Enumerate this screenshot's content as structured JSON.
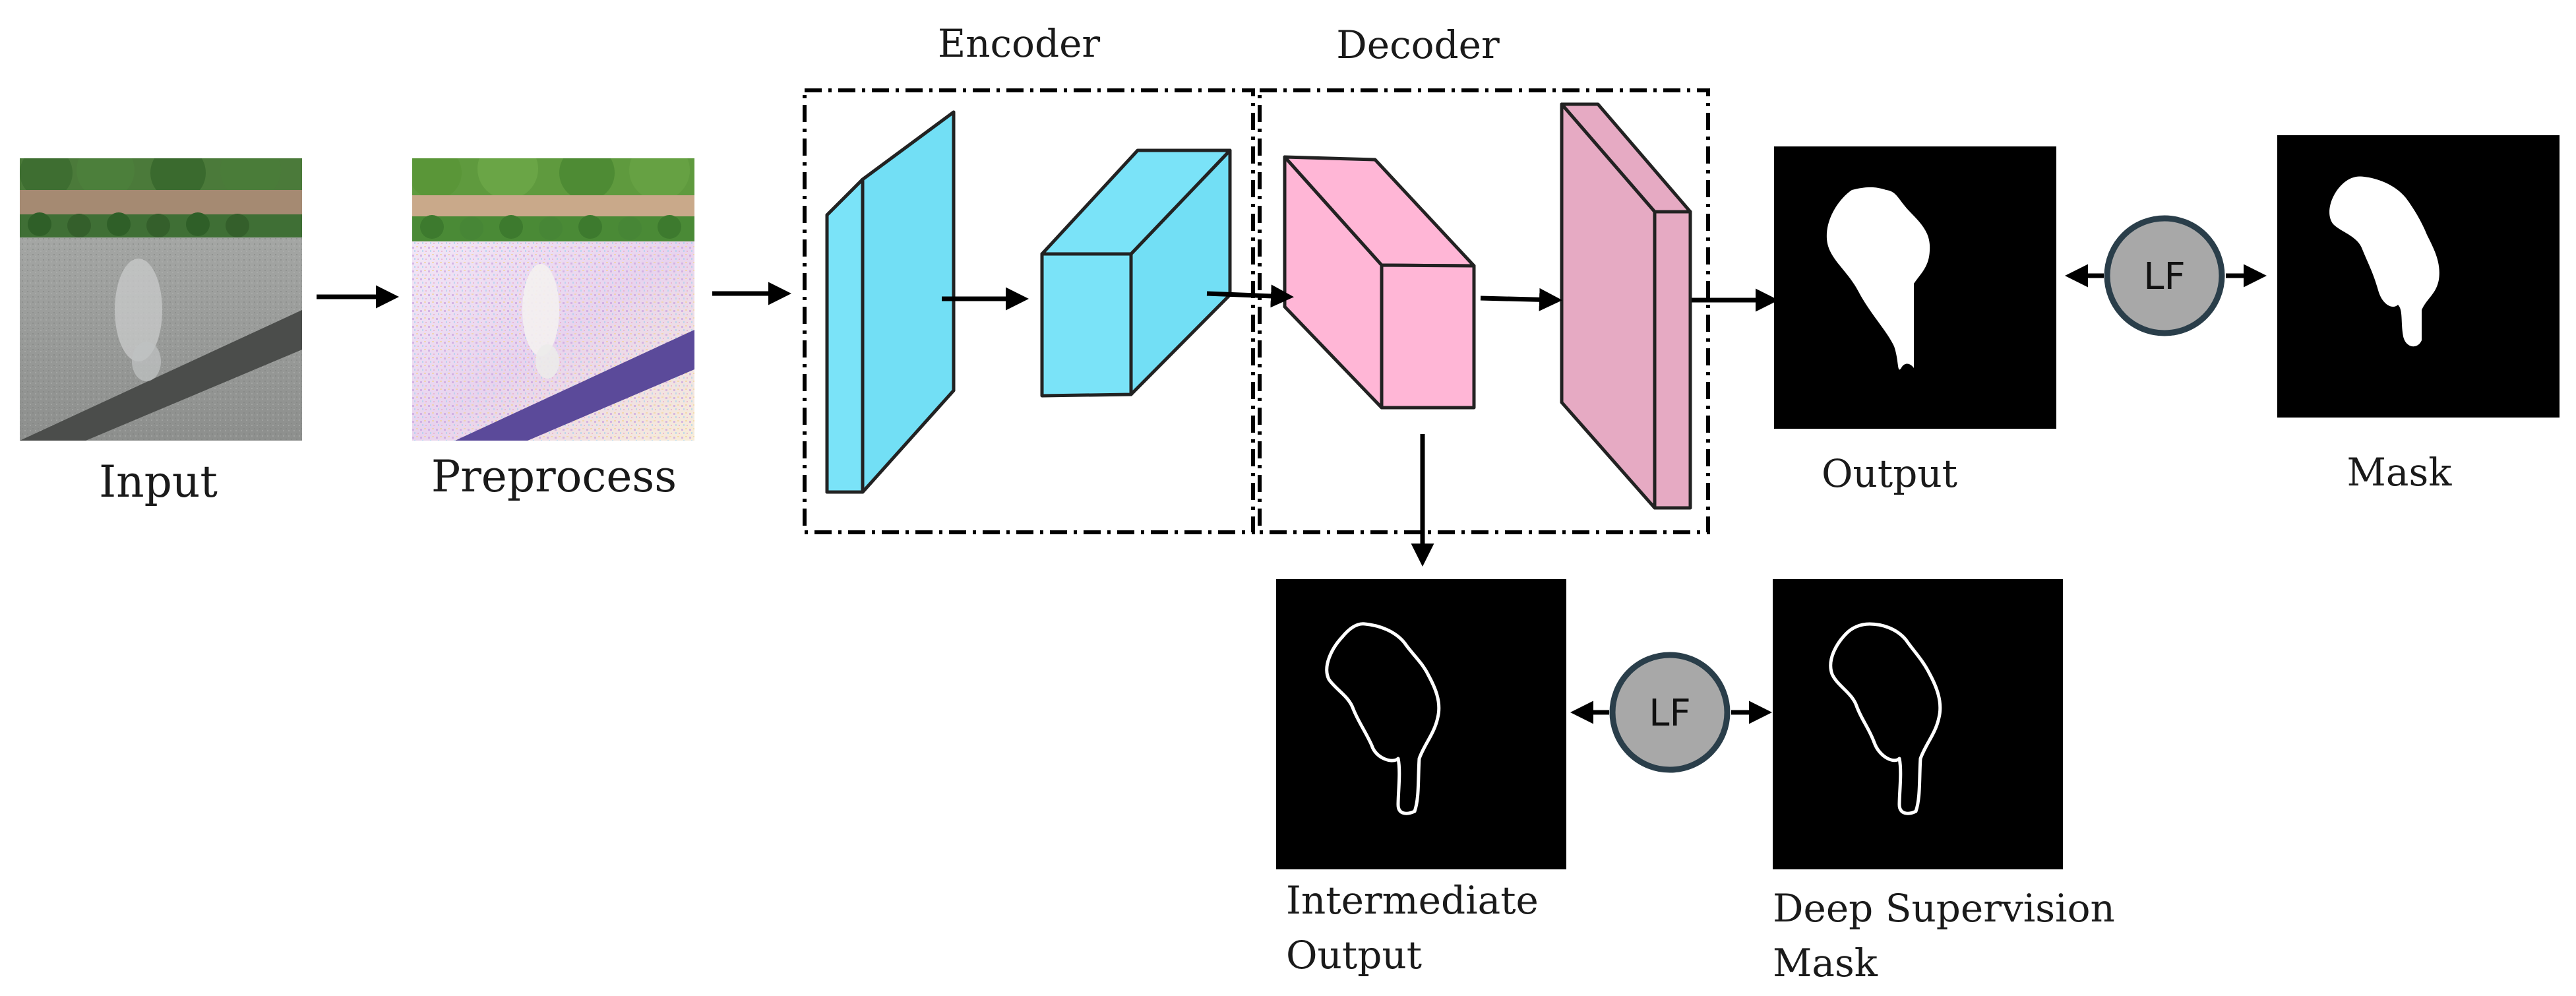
{
  "labels": {
    "input": "Input",
    "preprocess": "Preprocess",
    "encoder": "Encoder",
    "decoder": "Decoder",
    "output": "Output",
    "mask": "Mask",
    "intermediate_output_line1": "Intermediate",
    "intermediate_output_line2": "Output",
    "deep_supervision_line1": "Deep Supervision",
    "deep_supervision_line2": "Mask"
  },
  "loss_nodes": {
    "top": "LF",
    "bottom": "LF"
  },
  "colors": {
    "encoder_block": "#7ae3f8",
    "encoder_block_dark": "#5ccce6",
    "decoder_block": "#ffb6d6",
    "decoder_block_final": "#e6aac3",
    "loss_node_fill": "#a8a8a8",
    "loss_node_stroke": "#2a3e4a",
    "mask_background": "#000000",
    "mask_foreground": "#ffffff"
  }
}
